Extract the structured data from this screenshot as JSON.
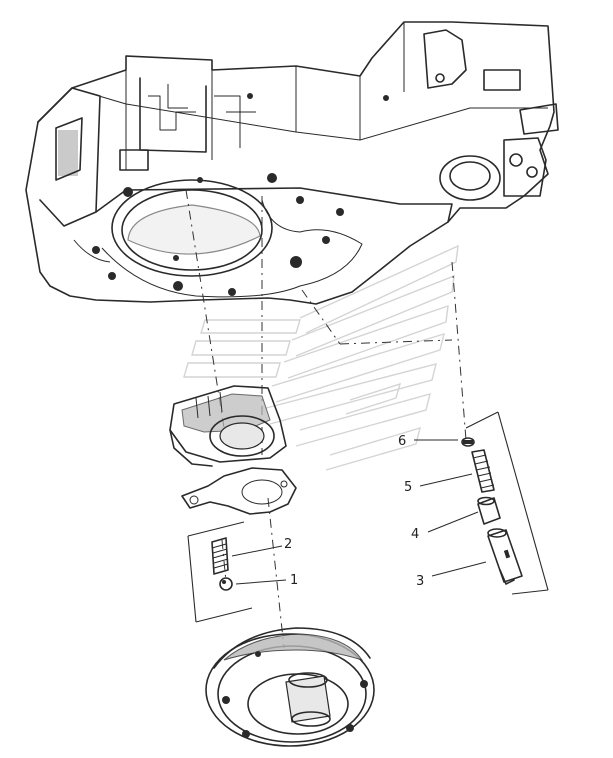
{
  "callouts": [
    {
      "id": "1",
      "label": "1"
    },
    {
      "id": "2",
      "label": "2"
    },
    {
      "id": "3",
      "label": "3"
    },
    {
      "id": "4",
      "label": "4"
    },
    {
      "id": "5",
      "label": "5"
    },
    {
      "id": "6",
      "label": "6"
    }
  ],
  "colors": {
    "ink": "#2a2a2a",
    "watermark": "#d4d4d4",
    "shade": "#b9b9b9"
  }
}
